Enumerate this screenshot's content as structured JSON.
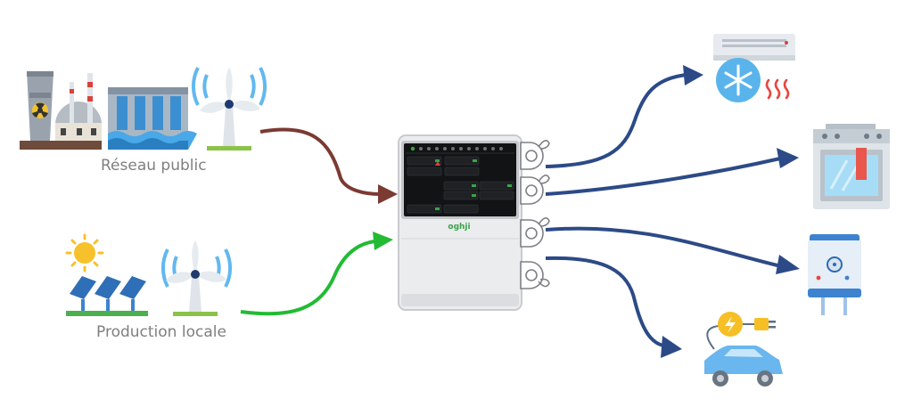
{
  "labels": {
    "grid": "Réseau public",
    "local_production": "Production locale",
    "device_brand": "oghji"
  },
  "sources": [
    {
      "name": "nuclear-plant-icon"
    },
    {
      "name": "hydro-dam-icon"
    },
    {
      "name": "wind-turbine-icon"
    },
    {
      "name": "solar-panels-icon"
    }
  ],
  "loads": [
    {
      "name": "air-conditioner-icon"
    },
    {
      "name": "oven-icon"
    },
    {
      "name": "water-heater-icon"
    },
    {
      "name": "electric-car-icon"
    }
  ],
  "colors": {
    "grid_arrow": "#7b3a32",
    "local_arrow": "#22bb33",
    "load_arrow": "#2c4a87",
    "label_text": "#7f7f7f",
    "brand": "#3aa34a"
  }
}
